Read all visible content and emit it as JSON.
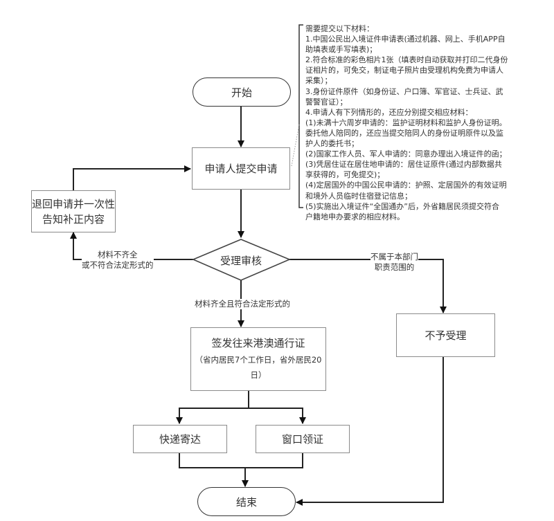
{
  "nodes": {
    "start": "开始",
    "submit": "申请人提交申请",
    "return": [
      "退回申请并一次性",
      "告知补正内容"
    ],
    "review": "受理审核",
    "issue": "签发往来港澳通行证",
    "issue_note": "（省内居民7个工作日，省外居民20日）",
    "reject": "不予受理",
    "express": "快递寄达",
    "window": "窗口领证",
    "end": "结束"
  },
  "edge_labels": {
    "incomplete": [
      "材料不齐全",
      "或不符合法定形式的"
    ],
    "complete": "材料齐全且符合法定形式的",
    "out_of_scope": [
      "不属于本部门",
      "职责范围的"
    ]
  },
  "annotation": {
    "lines": [
      "需要提交以下材料：",
      "1.中国公民出入境证件申请表(通过机器、网上、手机APP自",
      "助填表或手写填表)；",
      "2.符合标准的彩色相片1张（填表时自动获取并打印二代身份",
      "证相片的，可免交，制证电子照片由受理机构免费为申请人",
      "采集）；",
      "3.身份证件原件（如身份证、户口簿、军官证、士兵证、武",
      "警警官证）；",
      "4.申请人有下列情形的，还应分别提交相应材料：",
      "(1)未满十六周岁申请的：监护证明材料和监护人身份证明。",
      "委托他人陪同的，还应当提交陪同人的身份证明原件以及监",
      "护人的委托书；",
      "(2)国家工作人员、军人申请的：同意办理出入境证件的函；",
      "(3)凭居住证在居住地申请的：居住证原件(通过内部数据共",
      "享获得的，可免提交)；",
      "(4)定居国外的中国公民申请的：护照、定居国外的有效证明",
      "和境外人员临时住宿登记信息；",
      "(5)实施出入境证件“全国通办”后，外省籍居民须提交符合",
      "户籍地申办要求的相应材料。"
    ]
  }
}
